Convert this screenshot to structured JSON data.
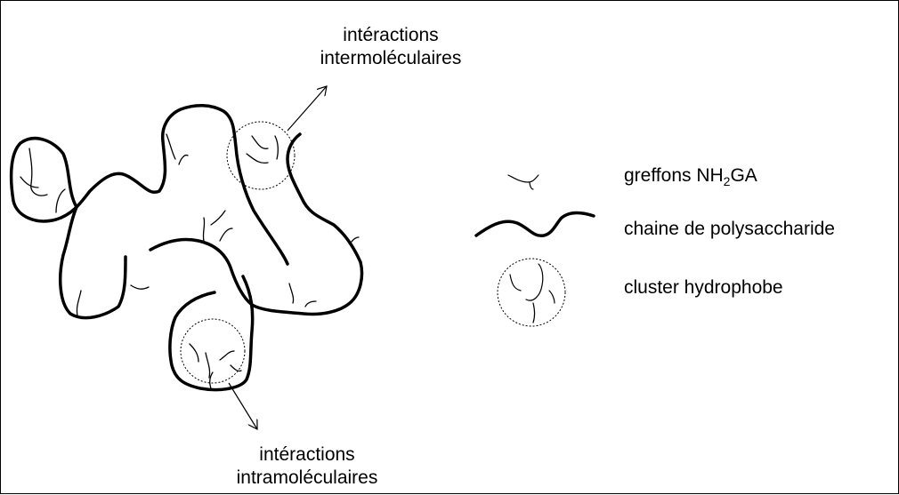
{
  "annotations": {
    "inter": {
      "line1": "intéractions",
      "line2": "intermoléculaires"
    },
    "intra": {
      "line1": "intéractions",
      "line2": "intramoléculaires"
    }
  },
  "legend": {
    "graft": {
      "prefix": "greffons NH",
      "subscript": "2",
      "suffix": "GA"
    },
    "chain": {
      "label": "chaine de polysaccharide"
    },
    "cluster": {
      "label": "cluster hydrophobe"
    }
  },
  "colors": {
    "stroke": "#000000",
    "background": "#ffffff"
  }
}
